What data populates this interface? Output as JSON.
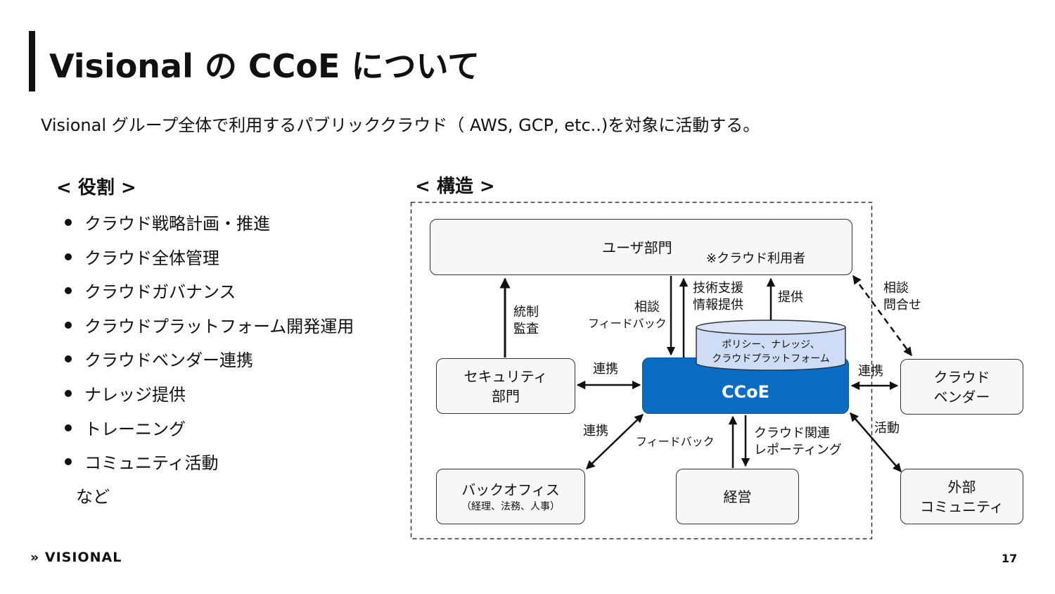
{
  "title": "Visional の CCoE について",
  "subtitle": "Visional グループ全体で利用するパブリッククラウド（ AWS, GCP, etc..)を対象に活動する。",
  "roles": {
    "heading": "< 役割 >",
    "items": [
      "クラウド戦略計画・推進",
      "クラウド全体管理",
      "クラウドガバナンス",
      "クラウドプラットフォーム開発運用",
      "クラウドベンダー連携",
      "ナレッジ提供",
      "トレーニング",
      "コミュニティ活動"
    ],
    "etc": "など"
  },
  "structure": {
    "heading": "< 構造 >",
    "nodes": {
      "user_dept": "ユーザ部門",
      "user_dept_note": "※クラウド利用者",
      "security_line1": "セキュリティ",
      "security_line2": "部門",
      "ccoe": "CCoE",
      "knowledge_line1": "ポリシー、ナレッジ、",
      "knowledge_line2": "クラウドプラットフォーム",
      "vendor_line1": "クラウド",
      "vendor_line2": "ベンダー",
      "backoffice": "バックオフィス",
      "backoffice_note": "（経理、法務、人事）",
      "management": "経営",
      "community_line1": "外部",
      "community_line2": "コミュニティ"
    },
    "edge_labels": {
      "governance_line1": "統制",
      "governance_line2": "監査",
      "consult": "相談",
      "feedback": "フィードバック",
      "tech_support_line1": "技術支援",
      "tech_support_line2": "情報提供",
      "provide": "提供",
      "vendor_consult_line1": "相談",
      "vendor_consult_line2": "問合せ",
      "link_security": "連携",
      "link_vendor": "連携",
      "link_backoffice": "連携",
      "mgmt_feedback": "フィードバック",
      "reporting_line1": "クラウド関連",
      "reporting_line2": "レポーティング",
      "activity": "活動"
    }
  },
  "footer": {
    "logo": "VISIONAL",
    "page": "17"
  }
}
